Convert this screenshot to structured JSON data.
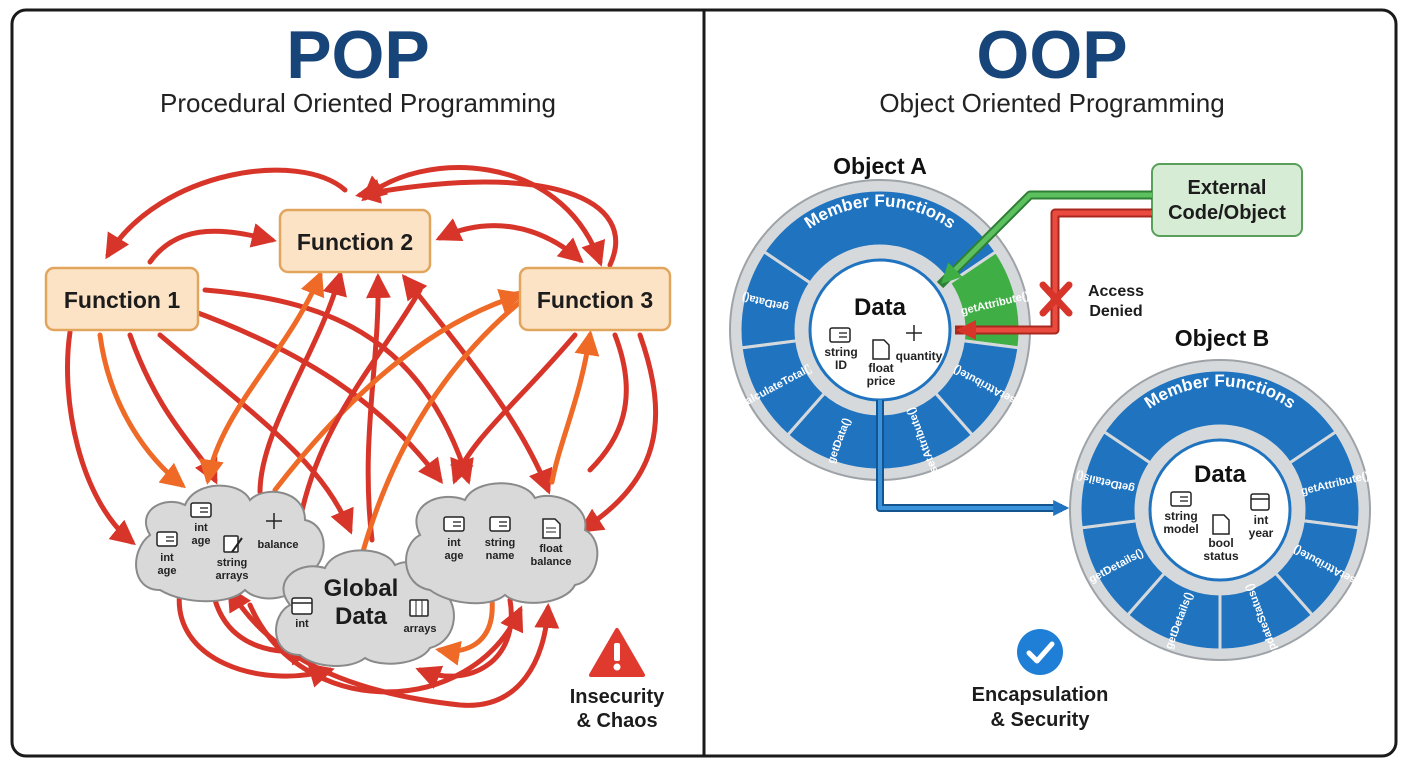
{
  "pop": {
    "title": "POP",
    "subtitle": "Procedural Oriented Programming",
    "functions": [
      "Function 1",
      "Function 2",
      "Function 3"
    ],
    "global_data_label": "Global Data",
    "cloud_left": [
      {
        "type": "int",
        "name": "age"
      },
      {
        "type": "int",
        "name": "age"
      },
      {
        "type": "string",
        "name": "arrays"
      },
      {
        "type": "",
        "name": "balance"
      }
    ],
    "cloud_center": [
      {
        "type": "int",
        "name": ""
      },
      {
        "type": "",
        "name": "arrays"
      }
    ],
    "cloud_right": [
      {
        "type": "int",
        "name": "age"
      },
      {
        "type": "string",
        "name": "name"
      },
      {
        "type": "float",
        "name": "balance"
      }
    ],
    "warning": {
      "line1": "Insecurity",
      "line2": "& Chaos",
      "icon": "warning-icon"
    }
  },
  "oop": {
    "title": "OOP",
    "subtitle": "Object Oriented Programming",
    "external": {
      "line1": "External",
      "line2": "Code/Object"
    },
    "access_denied": {
      "line1": "Access",
      "line2": "Denied"
    },
    "object_a": {
      "label": "Object A",
      "ring_label": "Member Functions",
      "data_label": "Data",
      "fields": [
        {
          "type": "string",
          "name": "ID"
        },
        {
          "type": "float",
          "name": "price"
        },
        {
          "type": "",
          "name": "quantity"
        }
      ],
      "methods": [
        "getAttribute()",
        "setAttribute()",
        "setAttribute()",
        "getData()",
        "calculateTotal()",
        "getData()"
      ]
    },
    "object_b": {
      "label": "Object B",
      "ring_label": "Member Functions",
      "data_label": "Data",
      "fields": [
        {
          "type": "string",
          "name": "model"
        },
        {
          "type": "bool",
          "name": "status"
        },
        {
          "type": "int",
          "name": "year"
        }
      ],
      "methods": [
        "getAttribute()",
        "setAttribute()",
        "updateStatus()",
        "getDetails()",
        "getDetails()",
        "getDetails()"
      ]
    },
    "note": {
      "line1": "Encapsulation",
      "line2": "& Security",
      "icon": "check-circle-icon"
    }
  },
  "colors": {
    "title_blue": "#17457a",
    "function_fill": "#fde3c6",
    "function_stroke": "#e1a55d",
    "arrow_red": "#d8352a",
    "arrow_orange": "#ee6a26",
    "ring_blue": "#1f73bf",
    "ring_light": "#d6d9dc",
    "green": "#3fae45",
    "ext_fill": "#d7ecd4"
  }
}
